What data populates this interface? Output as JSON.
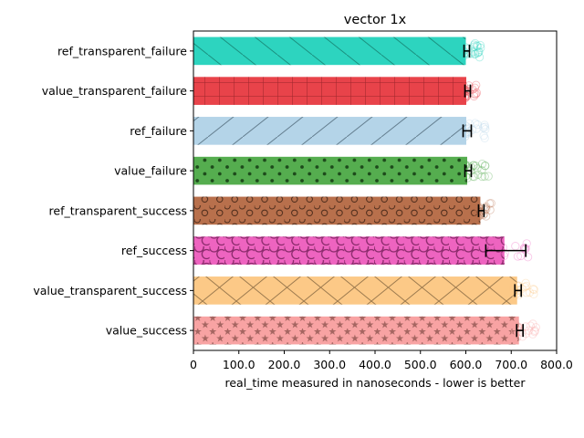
{
  "chart_data": {
    "type": "bar",
    "orientation": "horizontal",
    "title": "vector 1x",
    "xlabel": "real_time measured in nanoseconds - lower is better",
    "ylabel": "",
    "xlim": [
      0,
      800
    ],
    "x_ticks": [
      "0",
      "100.0",
      "200.0",
      "300.0",
      "400.0",
      "500.0",
      "600.0",
      "700.0",
      "800.0"
    ],
    "x_tick_values": [
      0,
      100,
      200,
      300,
      400,
      500,
      600,
      700,
      800
    ],
    "grid": false,
    "legend": "none",
    "categories": [
      "ref_transparent_failure",
      "value_transparent_failure",
      "ref_failure",
      "value_failure",
      "ref_transparent_success",
      "ref_success",
      "value_transparent_success",
      "value_success"
    ],
    "values": [
      600,
      601,
      601,
      603,
      632,
      685,
      713,
      717
    ],
    "error_low": [
      596,
      598,
      594,
      598,
      628,
      644,
      708,
      712
    ],
    "error_high": [
      608,
      610,
      612,
      612,
      640,
      732,
      722,
      726
    ],
    "colors": [
      "#2dd4bf",
      "#e8434a",
      "#b4d4e8",
      "#55ad4f",
      "#b8704c",
      "#ee64c0",
      "#fcc987",
      "#f8a3a3"
    ],
    "hatches": [
      "diagonal-back",
      "grid",
      "diagonal-forward",
      "dots",
      "small-circles",
      "large-circles",
      "cross-diagonal",
      "stars"
    ],
    "scatter_spread": [
      [
        595,
        635
      ],
      [
        596,
        625
      ],
      [
        598,
        645
      ],
      [
        598,
        650
      ],
      [
        626,
        660
      ],
      [
        640,
        760
      ],
      [
        705,
        752
      ],
      [
        708,
        755
      ]
    ]
  }
}
